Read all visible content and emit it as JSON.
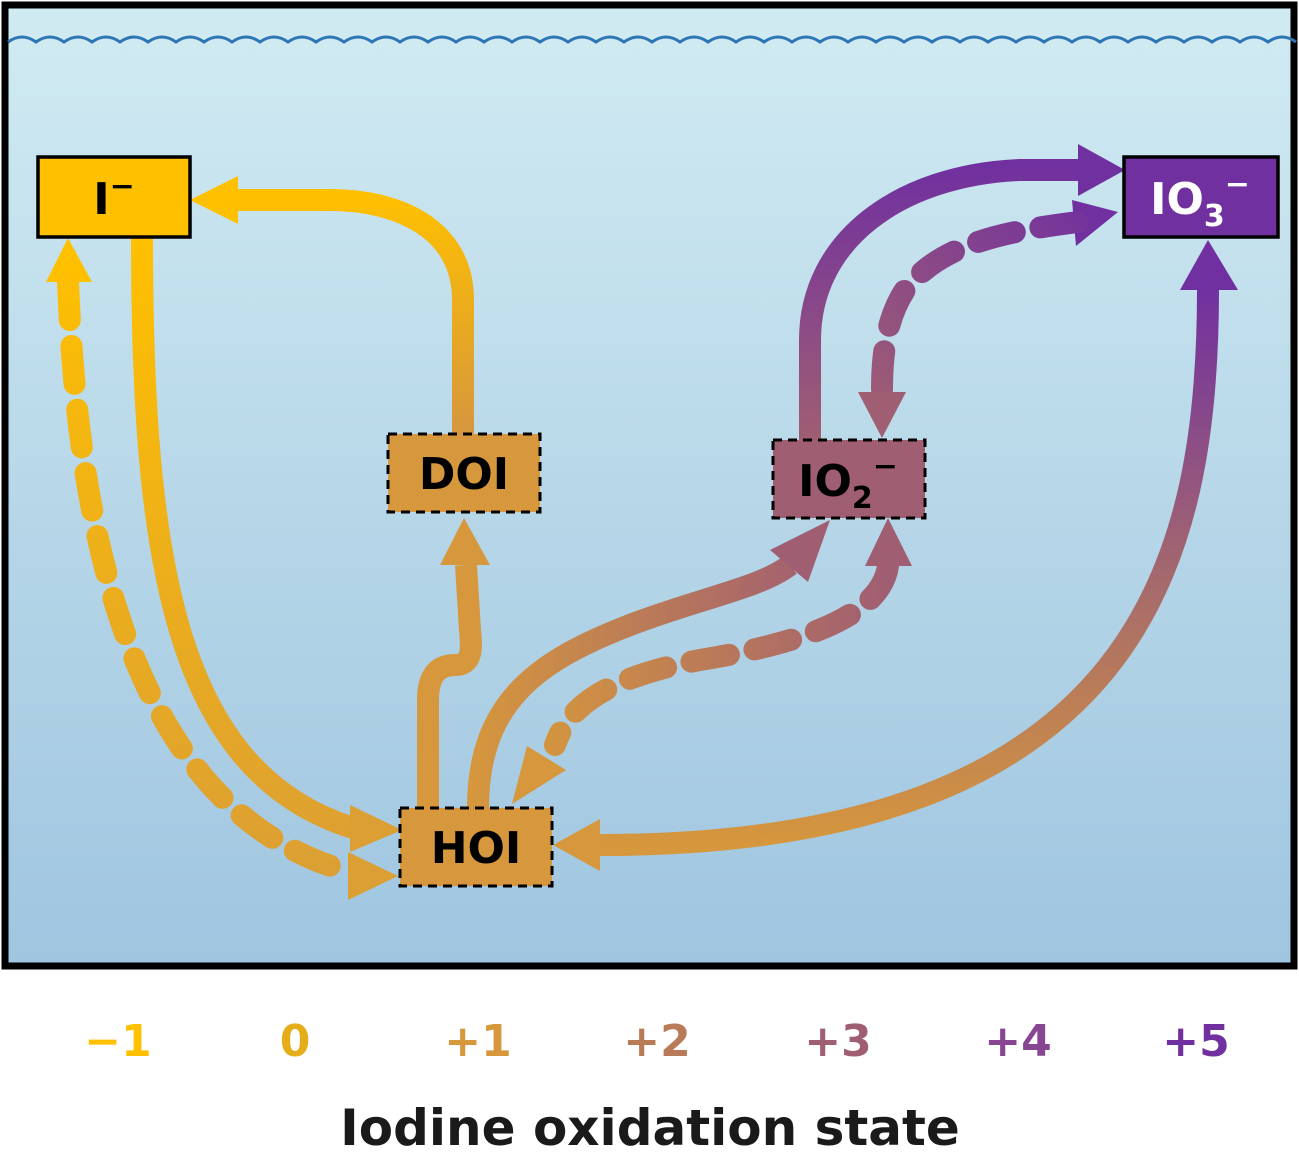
{
  "diagram": {
    "nodes": {
      "iodide": {
        "label": "I",
        "charge": "−",
        "fill": "#ffc000",
        "text_color": "#000000"
      },
      "doi": {
        "label": "DOI",
        "fill": "#d6973d",
        "text_color": "#000000"
      },
      "hoi": {
        "label": "HOI",
        "fill": "#d6973d",
        "text_color": "#000000"
      },
      "iodite": {
        "label": "IO",
        "subscript": "2",
        "charge": "−",
        "fill": "#a05e72",
        "text_color": "#000000"
      },
      "iodate": {
        "label": "IO",
        "subscript": "3",
        "charge": "−",
        "fill": "#7030a0",
        "text_color": "#ffffff"
      }
    },
    "oxidation_scale": [
      {
        "label": "−1",
        "color": "#ffc000"
      },
      {
        "label": "0",
        "color": "#e6ad1a"
      },
      {
        "label": "+1",
        "color": "#d6973d"
      },
      {
        "label": "+2",
        "color": "#b97a57"
      },
      {
        "label": "+3",
        "color": "#a05e72"
      },
      {
        "label": "+4",
        "color": "#874592"
      },
      {
        "label": "+5",
        "color": "#7030a0"
      }
    ],
    "axis_title": "Iodine oxidation state",
    "water_colors": {
      "top": "#d1ebf2",
      "bottom": "#9fc5e0",
      "wave": "#2e75b6"
    }
  }
}
